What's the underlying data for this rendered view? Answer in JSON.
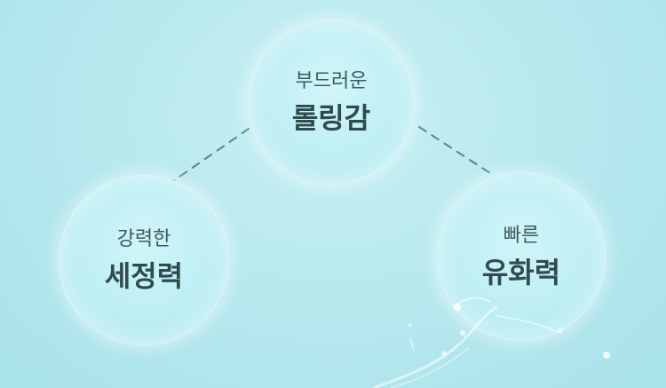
{
  "features": [
    {
      "small": "부드러운",
      "big": "롤링감"
    },
    {
      "small": "강력한",
      "big": "세정력"
    },
    {
      "small": "빠른",
      "big": "유화력"
    }
  ],
  "colors": {
    "background": "#b8e9ef",
    "text": "#2f4b4e",
    "connector": "#4f8a88"
  }
}
